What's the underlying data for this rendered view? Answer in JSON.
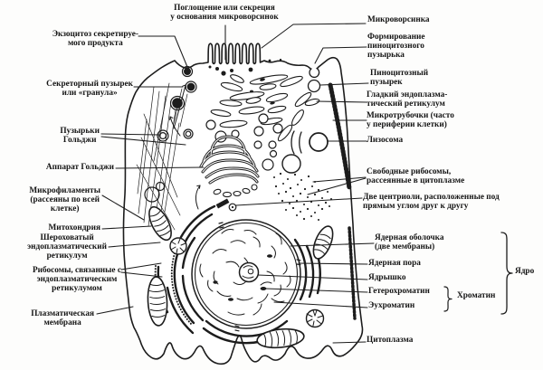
{
  "colors": {
    "ink": "#1c1c1c",
    "background": "#fdfdfc"
  },
  "labels": {
    "absorption": "Поглощение или секреция\nу основания микроворсинок",
    "microvillus": "Микроворсинка",
    "exocytosis": "Экзоцитоз секретируе-\nмого продукта",
    "secretory_vesicle": "Секреторный пузырек\nили «гранула»",
    "golgi_vesicles": "Пузырьки\nГольджи",
    "golgi_apparatus": "Аппарат Гольджи",
    "microfilaments": "Микрофиламенты\n(рассеяны по всей\nклетке)",
    "mitochondrion": "Митохондрия",
    "rough_er": "Шероховатый\nэндоплазматический\nретикулум",
    "er_ribosomes": "Рибосомы, связанные с\nэндоплазматическим\nретикулумом",
    "plasma_membrane": "Плазматическая\nмембрана",
    "pinocytic_formation": "Формирование\nпиноцитозного\nпузырька",
    "pinocytic_vesicle": "Пиноцитозный\nпузырек",
    "smooth_er": "Гладкий эндоплазма-\nтический ретикулум",
    "microtubules": "Микротрубочки (часто\nу периферии клетки)",
    "lysosome": "Лизосома",
    "free_ribosomes": "Свободные рибосомы,\nрассеянные в цитоплазме",
    "centrioles": "Две центриоли, расположенные под\nпрямым углом друг к другу",
    "nuclear_envelope": "Ядерная оболочка\n(две мембраны)",
    "nuclear_pore": "Ядерная пора",
    "nucleolus": "Ядрышко",
    "heterochromatin": "Гетерохроматин",
    "euchromatin": "Эухроматин",
    "chromatin": "Хроматин",
    "nucleus": "Ядро",
    "cytoplasm": "Цитоплазма"
  }
}
